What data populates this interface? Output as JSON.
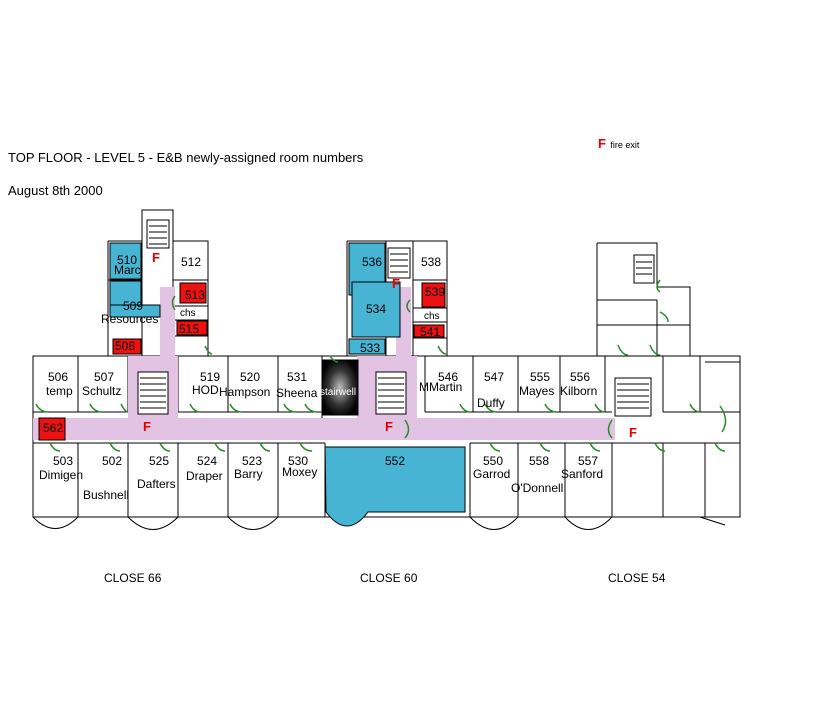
{
  "header": {
    "title": "TOP FLOOR - LEVEL 5 - E&B newly-assigned room numbers",
    "date": "August 8th 2000"
  },
  "legend": {
    "symbol": "F",
    "label": "fire exit"
  },
  "colors": {
    "corridor": "#e3c3e3",
    "assigned": "#46b4d2",
    "red_room": "#ee1111",
    "stairwell": "#000000",
    "door": "#2a8a2a",
    "fire_exit": "#e60000"
  },
  "closes": [
    "CLOSE 66",
    "CLOSE 60",
    "CLOSE 54"
  ],
  "rooms": {
    "r510": "510",
    "marc": "Marc",
    "r512": "512",
    "r513": "513",
    "r509": "509",
    "chs_left": "chs",
    "resources": "Resources",
    "r515": "515",
    "r508": "508",
    "r536": "536",
    "r538": "538",
    "r539": "539",
    "r534": "534",
    "chs_mid": "chs",
    "r541": "541",
    "r533": "533",
    "r506": "506",
    "temp": "temp",
    "r507": "507",
    "schultz": "Schultz",
    "r519": "519",
    "hod": "HOD",
    "r520": "520",
    "hampson": "Hampson",
    "r531": "531",
    "sheena": "Sheena",
    "stairwell": "stairwell",
    "r546": "546",
    "mmartin": "MMartin",
    "r547": "547",
    "duffy": "Duffy",
    "r555": "555",
    "mayes": "Mayes",
    "r556": "556",
    "kilborn": "Kilborn",
    "r562": "562",
    "r503": "503",
    "dimigen": "Dimigen",
    "r502": "502",
    "bushnell": "Bushnell",
    "r525": "525",
    "dafters": "Dafters",
    "r524": "524",
    "draper": "Draper",
    "r523": "523",
    "barry": "Barry",
    "r530": "530",
    "moxey": "Moxey",
    "r552": "552",
    "r550": "550",
    "garrod": "Garrod",
    "r558": "558",
    "odonnell": "O'Donnell",
    "r557": "557",
    "sanford": "Sanford"
  }
}
